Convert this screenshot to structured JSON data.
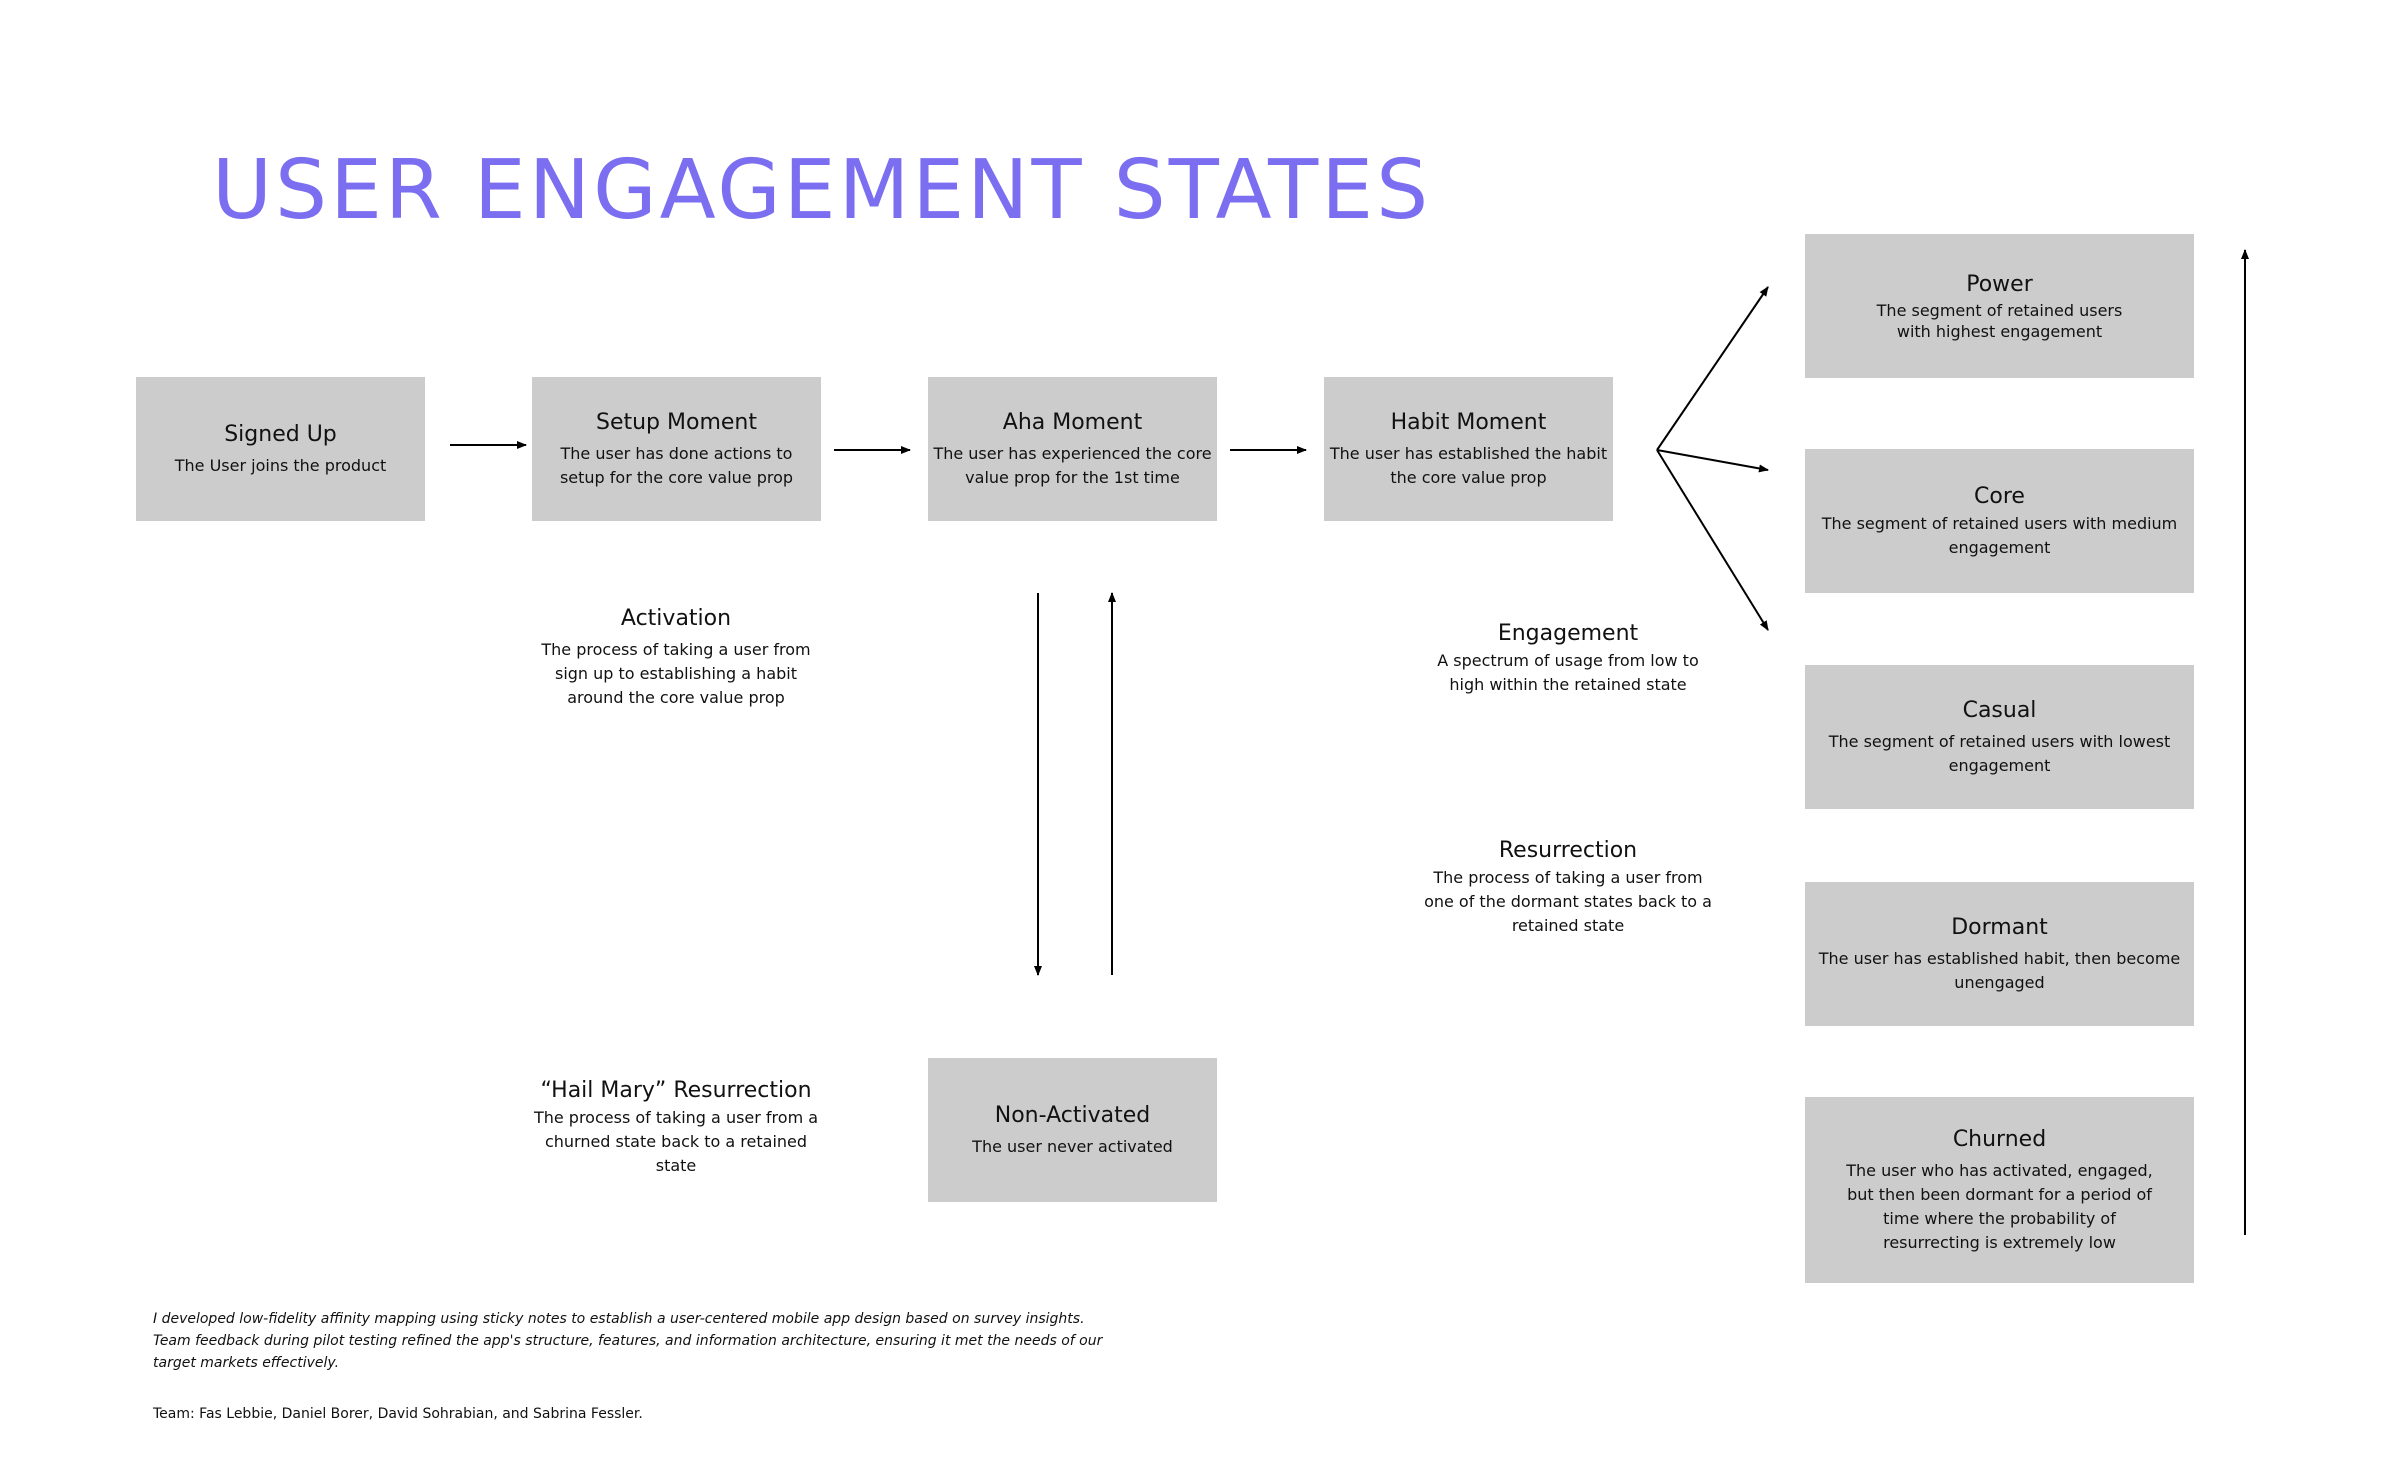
{
  "title": "USER ENGAGEMENT STATES",
  "colors": {
    "title": "#7b6ef0",
    "box_fill": "#cccccc",
    "text": "#111111",
    "arrow": "#000000",
    "background": "#ffffff"
  },
  "boxes": {
    "signed_up": {
      "title": "Signed Up",
      "desc": "The User joins the product"
    },
    "setup_moment": {
      "title": "Setup Moment",
      "desc": "The user has done actions to setup for the core value prop"
    },
    "aha_moment": {
      "title": "Aha Moment",
      "desc": "The user has experienced the core value prop for the 1st time"
    },
    "habit_moment": {
      "title": "Habit Moment",
      "desc": "The user has established the habit the core value prop"
    },
    "non_activated": {
      "title": "Non-Activated",
      "desc": "The user never activated"
    },
    "power": {
      "title": "Power",
      "desc": "The segment of retained users with highest engagement"
    },
    "core": {
      "title": "Core",
      "desc": "The segment of retained users with medium engagement"
    },
    "casual": {
      "title": "Casual",
      "desc": "The segment of retained users with lowest engagement"
    },
    "dormant": {
      "title": "Dormant",
      "desc": "The user has established habit, then become unengaged"
    },
    "churned": {
      "title": "Churned",
      "desc": "The user who has activated, engaged, but then been dormant for a period of time where the probability of resurrecting is extremely low"
    }
  },
  "notes": {
    "activation": {
      "title": "Activation",
      "desc": "The process of taking a user from sign up to establishing a habit around the core value prop"
    },
    "engagement": {
      "title": "Engagement",
      "desc": "A spectrum of usage from low to high within the retained state"
    },
    "resurrection": {
      "title": "Resurrection",
      "desc": "The process of taking a user from one of the dormant states back to a retained state"
    },
    "hail_mary": {
      "title": "“Hail Mary” Resurrection",
      "desc": "The process of taking a user from a churned state back to a retained state"
    }
  },
  "footer": {
    "description": "I developed low-fidelity affinity mapping using sticky notes to establish a user-centered mobile app design based on survey insights. Team feedback during pilot testing refined the app's structure, features, and information architecture, ensuring it met the needs of our target markets effectively.",
    "team": "Team: Fas Lebbie, Daniel Borer, David Sohrabian, and Sabrina Fessler."
  }
}
